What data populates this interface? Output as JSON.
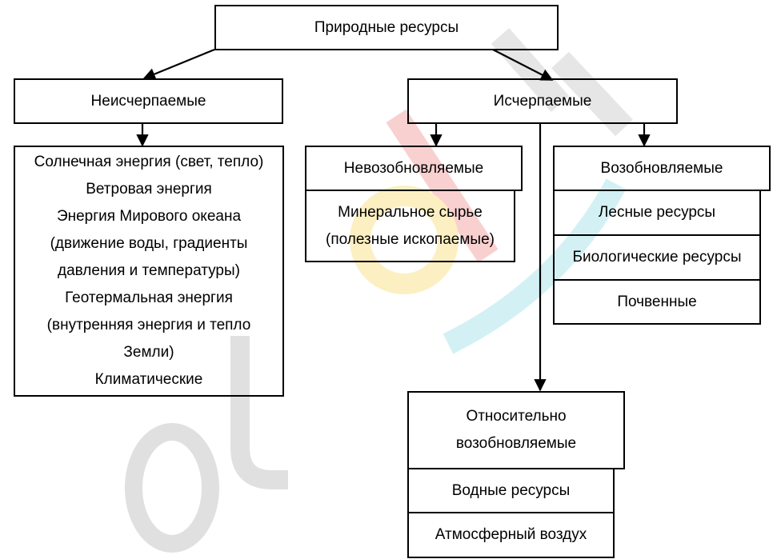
{
  "root": "Природные ресурсы",
  "inexhaustible": {
    "title": "Неисчерпаемые",
    "items": [
      "Солнечная энергия (свет, тепло)",
      "Ветровая энергия",
      "Энергия Мирового океана",
      "(движение воды, градиенты",
      "давления и температуры)",
      "Геотермальная энергия",
      "(внутренняя энергия и тепло",
      "Земли)",
      "Климатические"
    ]
  },
  "exhaustible": {
    "title": "Исчерпаемые",
    "nonrenewable": {
      "title": "Невозобновляемые",
      "items": [
        "Минеральное сырье",
        "(полезные ископаемые)"
      ]
    },
    "renewable": {
      "title": "Возобновляемые",
      "items": [
        "Лесные ресурсы",
        "Биологические ресурсы",
        "Почвенные"
      ]
    },
    "relatively_renewable": {
      "title_lines": [
        "Относительно",
        "возобновляемые"
      ],
      "items": [
        "Водные ресурсы",
        "Атмосферный воздух"
      ]
    }
  },
  "colors": {
    "line": "#000000",
    "watermark_gray": "#d9d9d9",
    "watermark_red": "#f7c6c6",
    "watermark_yellow": "#fbe9a8",
    "watermark_cyan": "#c9eef2"
  }
}
